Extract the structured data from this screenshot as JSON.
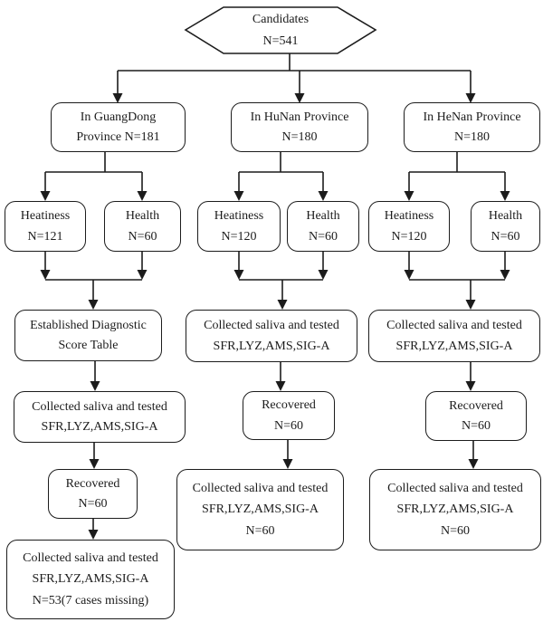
{
  "colors": {
    "line": "#1c1c1c",
    "background": "#ffffff",
    "text": "#1c1c1c"
  },
  "nodes": {
    "candidates": {
      "line1": "Candidates",
      "line2": "N=541"
    },
    "guangdong": {
      "line1": "In GuangDong",
      "line2": "Province N=181"
    },
    "hunan": {
      "line1": "In HuNan Province",
      "line2": "N=180"
    },
    "henan": {
      "line1": "In HeNan Province",
      "line2": "N=180"
    },
    "gd_heatiness": {
      "line1": "Heatiness",
      "line2": "N=121"
    },
    "gd_health": {
      "line1": "Health",
      "line2": "N=60"
    },
    "hn_heatiness": {
      "line1": "Heatiness",
      "line2": "N=120"
    },
    "hn_health": {
      "line1": "Health",
      "line2": "N=60"
    },
    "he_heatiness": {
      "line1": "Heatiness",
      "line2": "N=120"
    },
    "he_health": {
      "line1": "Health",
      "line2": "N=60"
    },
    "gd_score": {
      "line1": "Established Diagnostic",
      "line2": "Score Table"
    },
    "gd_collected1": {
      "line1": "Collected saliva and tested",
      "line2": "SFR,LYZ,AMS,SIG-A"
    },
    "hn_collected1": {
      "line1": "Collected saliva and tested",
      "line2": "SFR,LYZ,AMS,SIG-A"
    },
    "he_collected1": {
      "line1": "Collected saliva and tested",
      "line2": "SFR,LYZ,AMS,SIG-A"
    },
    "gd_recovered": {
      "line1": "Recovered",
      "line2": "N=60"
    },
    "hn_recovered": {
      "line1": "Recovered",
      "line2": "N=60"
    },
    "he_recovered": {
      "line1": "Recovered",
      "line2": "N=60"
    },
    "gd_collected2": {
      "line1": "Collected saliva and tested",
      "line2": "SFR,LYZ,AMS,SIG-A",
      "line3": "N=53(7 cases missing)"
    },
    "hn_collected2": {
      "line1": "Collected saliva and tested",
      "line2": "SFR,LYZ,AMS,SIG-A",
      "line3": "N=60"
    },
    "he_collected2": {
      "line1": "Collected saliva and tested",
      "line2": "SFR,LYZ,AMS,SIG-A",
      "line3": "N=60"
    }
  }
}
